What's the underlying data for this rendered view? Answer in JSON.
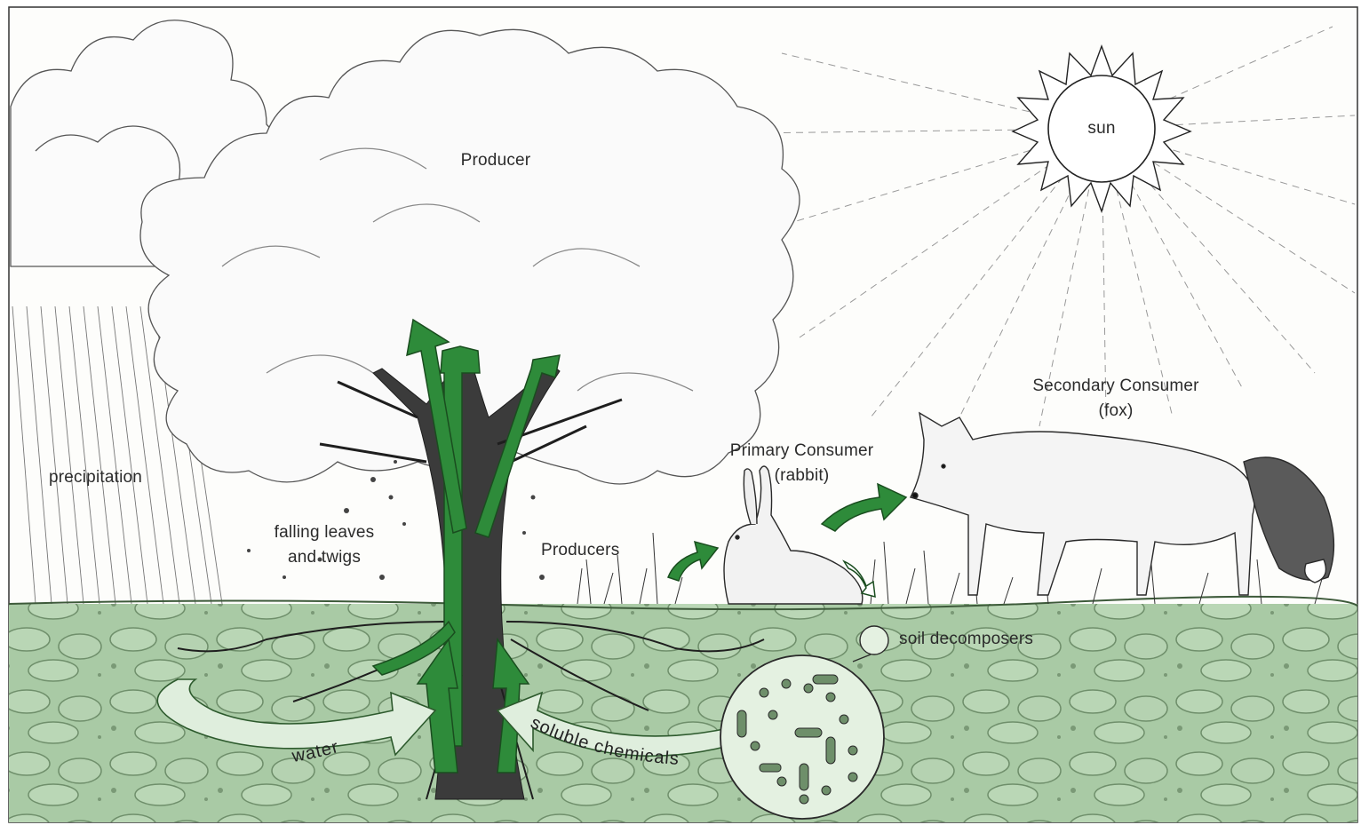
{
  "labels": {
    "sun": "sun",
    "producer_tree": "Producer",
    "precipitation": "precipitation",
    "falling_leaves_1": "falling leaves",
    "falling_leaves_2": "and twigs",
    "producers": "Producers",
    "primary_consumer": "Primary Consumer",
    "primary_consumer_sub": "(rabbit)",
    "secondary_consumer": "Secondary Consumer",
    "secondary_consumer_sub": "(fox)",
    "soil_decomposers": "soil decomposers",
    "water": "water",
    "soluble_chemicals": "soluble chemicals"
  },
  "colors": {
    "arrow_green": "#2e8b3a",
    "arrow_outline": "#1a4d1f",
    "soil_green": "#a7c8a3",
    "pale_arrow": "#dfeedd",
    "ink": "#1f1f1f"
  }
}
